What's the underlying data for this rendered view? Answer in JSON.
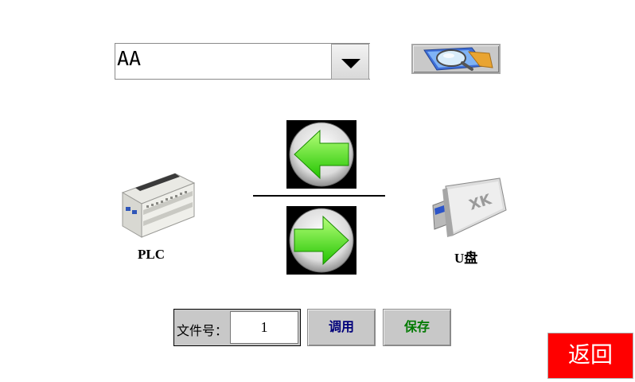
{
  "file_select": {
    "value": "AA"
  },
  "devices": {
    "plc_label": "PLC",
    "udisk_label": "U盘"
  },
  "icons": {
    "browse": "magnifier-document-icon",
    "left_arrow": "arrow-left-icon",
    "right_arrow": "arrow-right-icon",
    "dropdown": "chevron-down-icon",
    "plc": "plc-device-icon",
    "udisk": "usb-drive-icon"
  },
  "file_number": {
    "label": "文件号：",
    "value": "1"
  },
  "buttons": {
    "load_label": "调用",
    "save_label": "保存",
    "back_label": "返回"
  },
  "colors": {
    "back_button_bg": "#ff0000",
    "arrow_green": "#33dd00",
    "load_text": "#00007a",
    "save_text": "#007a00"
  }
}
